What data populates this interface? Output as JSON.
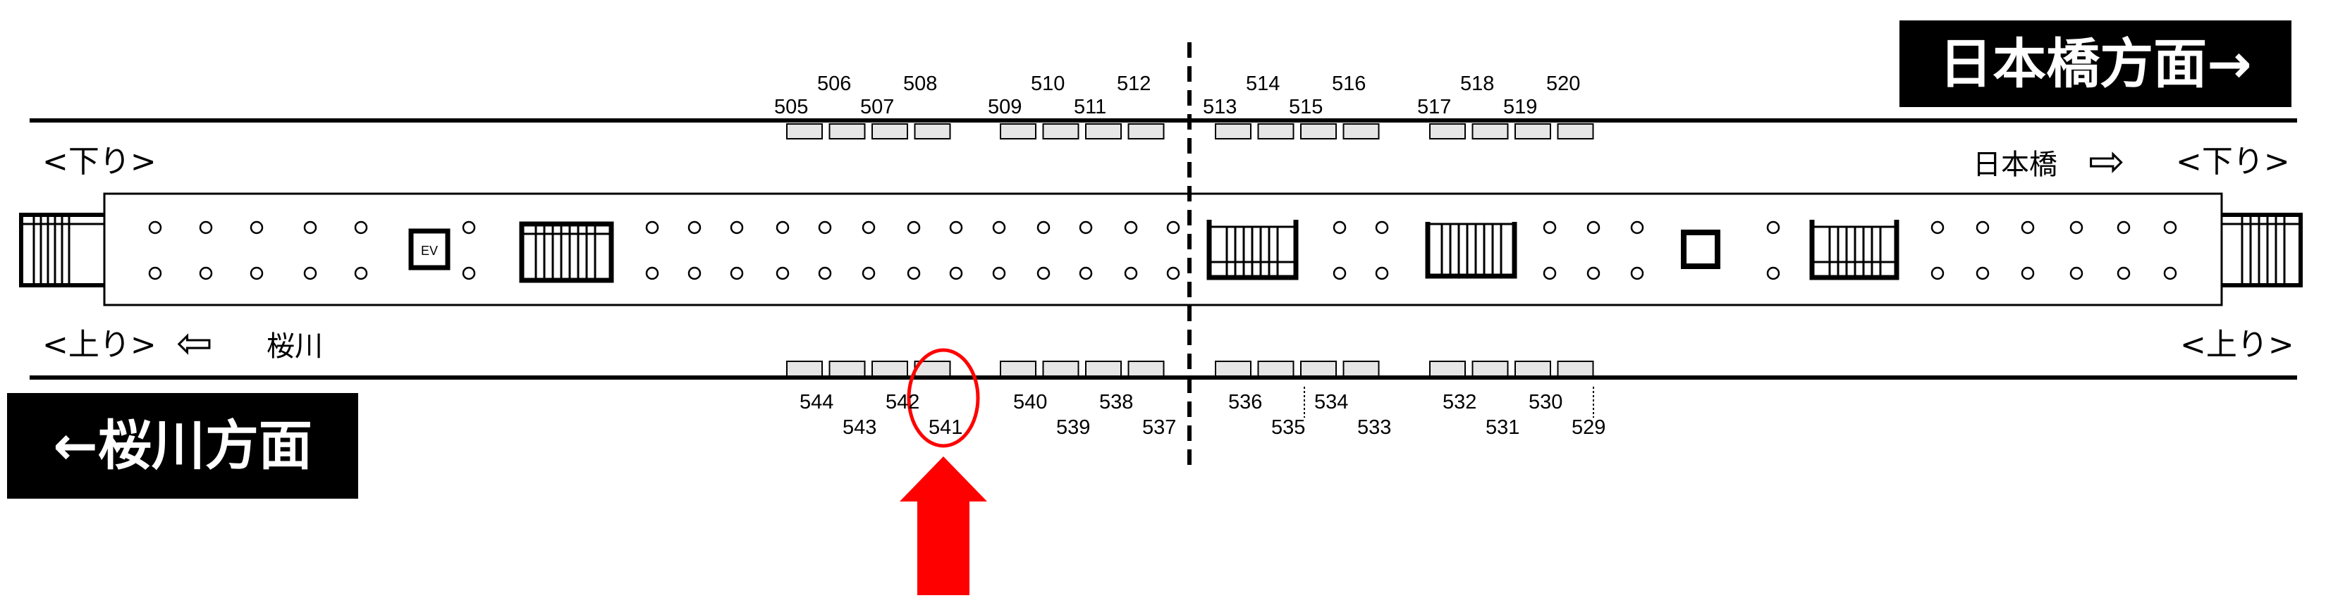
{
  "direction_boxes": {
    "nihonbashi": "日本橋方面→",
    "sakuragawa": "←桜川方面"
  },
  "track_labels": {
    "down_left": "<下り>",
    "down_right": "<下り>",
    "up_left": "<上り>",
    "up_right": "<上り>",
    "nihonbashi": "日本橋",
    "sakuragawa": "桜川",
    "arrow_right": "⇨",
    "arrow_left": "⇦"
  },
  "ev_label": "EV",
  "top_numbers": [
    "505",
    "506",
    "507",
    "508",
    "509",
    "510",
    "511",
    "512",
    "513",
    "514",
    "515",
    "516",
    "517",
    "518",
    "519",
    "520"
  ],
  "bottom_numbers": [
    "544",
    "543",
    "542",
    "541",
    "540",
    "539",
    "538",
    "537",
    "536",
    "535",
    "534",
    "533",
    "532",
    "531",
    "530",
    "529"
  ],
  "highlighted_number": "541",
  "colors": {
    "highlight": "#ff0000",
    "line": "#000000",
    "panel_fill": "#e6e6e6"
  }
}
